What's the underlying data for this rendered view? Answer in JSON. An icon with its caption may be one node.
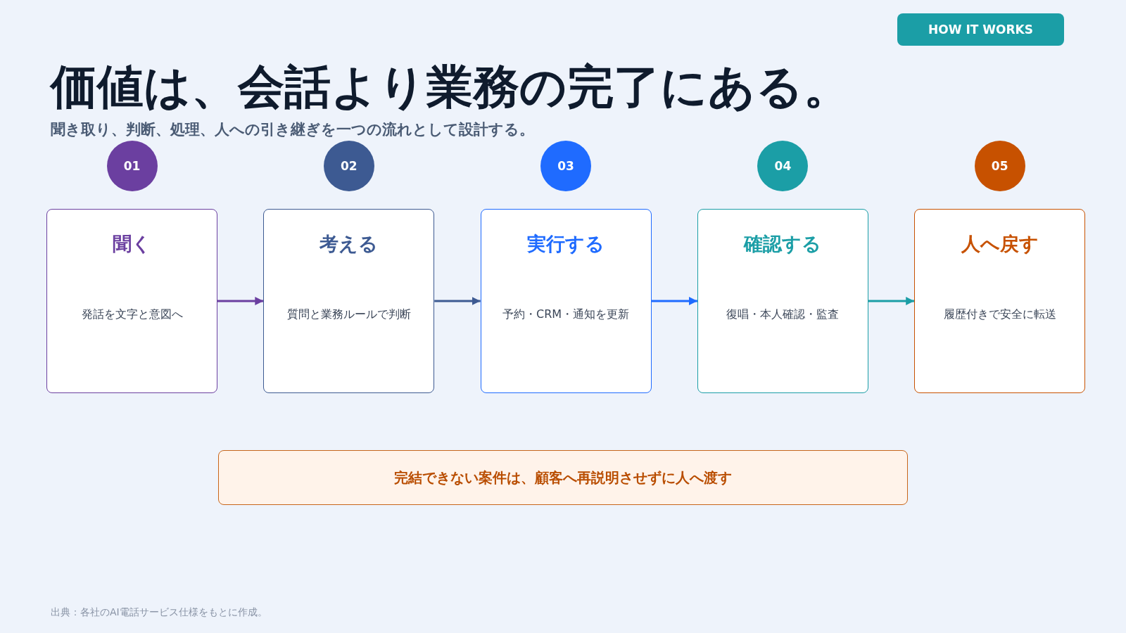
{
  "diagram": {
    "title": "価値は、会話より業務の完了にある。",
    "nodes": [
      {
        "text": [
          "HOW IT WORKS"
        ]
      },
      {
        "text": [
          "01",
          "聞く",
          "発話を文字と意図へ"
        ]
      },
      {
        "text": [
          "02",
          "考える",
          "質問と業務ルールで判断"
        ]
      },
      {
        "text": [
          "03",
          "実行する",
          "予約・CRM・通知を更新"
        ]
      },
      {
        "text": [
          "04",
          "確認する",
          "復唱・本人確認・監査"
        ]
      },
      {
        "text": [
          "05",
          "人へ戻す",
          "履歴付きで安全に転送"
        ]
      },
      {
        "text": [
          "完結できない案件は、顧客へ再説明させずに人へ渡す"
        ]
      }
    ],
    "edges": [
      {
        "from": 1,
        "to": 2,
        "arrow": "to",
        "color": "#6b3fa0"
      },
      {
        "from": 2,
        "to": 3,
        "arrow": "to",
        "color": "#3d5a92"
      },
      {
        "from": 3,
        "to": 4,
        "arrow": "to",
        "color": "#1f6bff"
      },
      {
        "from": 4,
        "to": 5,
        "arrow": "to",
        "color": "#1b9ea6"
      }
    ],
    "labels": [
      "聞き取り、判断、処理、人への引き継ぎを一つの流れとして設計する。",
      "出典：各社のAI電話サービス仕様をもとに作成。"
    ]
  }
}
